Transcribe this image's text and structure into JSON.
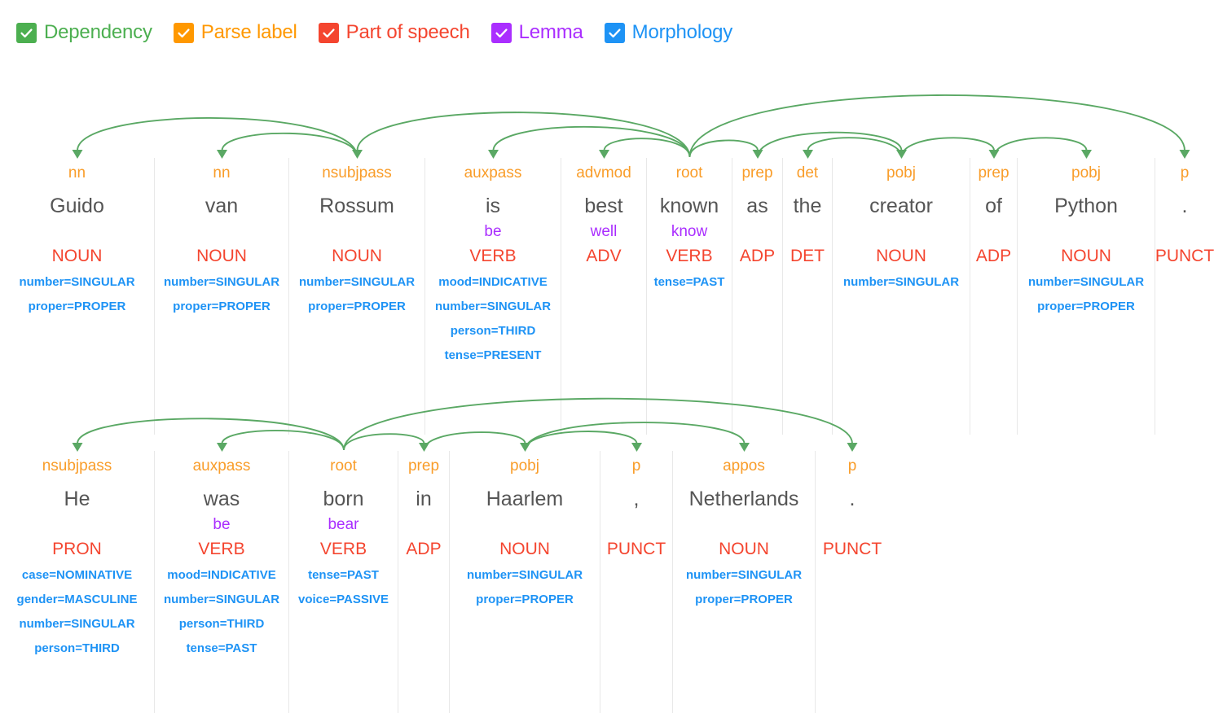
{
  "legend": {
    "items": [
      {
        "label": "Dependency",
        "color": "#4caf50",
        "icon": "checkbox-checked-icon",
        "checked": true
      },
      {
        "label": "Parse label",
        "color": "#ff9800",
        "icon": "checkbox-checked-icon",
        "checked": true
      },
      {
        "label": "Part of speech",
        "color": "#f4452f",
        "icon": "checkbox-checked-icon",
        "checked": true
      },
      {
        "label": "Lemma",
        "color": "#aa2eff",
        "icon": "checkbox-checked-icon",
        "checked": true
      },
      {
        "label": "Morphology",
        "color": "#1e93f5",
        "icon": "checkbox-checked-icon",
        "checked": true
      }
    ]
  },
  "colors": {
    "dependency_arc": "#5aa864",
    "parse_label": "#f99d2a",
    "word": "#555555",
    "lemma": "#aa2eff",
    "part_of_speech": "#f4452f",
    "morphology": "#1e93f5",
    "divider": "#e8e8e8"
  },
  "sentences": [
    {
      "id": "sentence-1",
      "text": "Guido van Rossum is best known as the creator of Python .",
      "root_index": 5,
      "tokens": [
        {
          "word": "Guido",
          "dep": "nn",
          "lemma": "",
          "pos": "NOUN",
          "morph": [
            "number=SINGULAR",
            "proper=PROPER"
          ],
          "head": 2,
          "width": 190
        },
        {
          "word": "van",
          "dep": "nn",
          "lemma": "",
          "pos": "NOUN",
          "morph": [
            "number=SINGULAR",
            "proper=PROPER"
          ],
          "head": 2,
          "width": 165
        },
        {
          "word": "Rossum",
          "dep": "nsubjpass",
          "lemma": "",
          "pos": "NOUN",
          "morph": [
            "number=SINGULAR",
            "proper=PROPER"
          ],
          "head": 5,
          "width": 167
        },
        {
          "word": "is",
          "dep": "auxpass",
          "lemma": "be",
          "pos": "VERB",
          "morph": [
            "mood=INDICATIVE",
            "number=SINGULAR",
            "person=THIRD",
            "tense=PRESENT"
          ],
          "head": 5,
          "width": 167
        },
        {
          "word": "best",
          "dep": "advmod",
          "lemma": "well",
          "pos": "ADV",
          "morph": [],
          "head": 5,
          "width": 105
        },
        {
          "word": "known",
          "dep": "root",
          "lemma": "know",
          "pos": "VERB",
          "morph": [
            "tense=PAST"
          ],
          "head": -1,
          "width": 105
        },
        {
          "word": "as",
          "dep": "prep",
          "lemma": "",
          "pos": "ADP",
          "morph": [],
          "head": 5,
          "width": 62
        },
        {
          "word": "the",
          "dep": "det",
          "lemma": "",
          "pos": "DET",
          "morph": [],
          "head": 8,
          "width": 61
        },
        {
          "word": "creator",
          "dep": "pobj",
          "lemma": "",
          "pos": "NOUN",
          "morph": [
            "number=SINGULAR"
          ],
          "head": 6,
          "width": 169
        },
        {
          "word": "of",
          "dep": "prep",
          "lemma": "",
          "pos": "ADP",
          "morph": [],
          "head": 8,
          "width": 58
        },
        {
          "word": "Python",
          "dep": "pobj",
          "lemma": "",
          "pos": "NOUN",
          "morph": [
            "number=SINGULAR",
            "proper=PROPER"
          ],
          "head": 9,
          "width": 169
        },
        {
          "word": ".",
          "dep": "p",
          "lemma": "",
          "pos": "PUNCT",
          "morph": [],
          "head": 5,
          "width": 72
        }
      ]
    },
    {
      "id": "sentence-2",
      "text": "He was born in Haarlem , Netherlands .",
      "root_index": 2,
      "tokens": [
        {
          "word": "He",
          "dep": "nsubjpass",
          "lemma": "",
          "pos": "PRON",
          "morph": [
            "case=NOMINATIVE",
            "gender=MASCULINE",
            "number=SINGULAR",
            "person=THIRD"
          ],
          "head": 2,
          "width": 190
        },
        {
          "word": "was",
          "dep": "auxpass",
          "lemma": "be",
          "pos": "VERB",
          "morph": [
            "mood=INDICATIVE",
            "number=SINGULAR",
            "person=THIRD",
            "tense=PAST"
          ],
          "head": 2,
          "width": 165
        },
        {
          "word": "born",
          "dep": "root",
          "lemma": "bear",
          "pos": "VERB",
          "morph": [
            "tense=PAST",
            "voice=PASSIVE"
          ],
          "head": -1,
          "width": 134
        },
        {
          "word": "in",
          "dep": "prep",
          "lemma": "",
          "pos": "ADP",
          "morph": [],
          "head": 2,
          "width": 63
        },
        {
          "word": "Haarlem",
          "dep": "pobj",
          "lemma": "",
          "pos": "NOUN",
          "morph": [
            "number=SINGULAR",
            "proper=PROPER"
          ],
          "head": 3,
          "width": 185
        },
        {
          "word": ",",
          "dep": "p",
          "lemma": "",
          "pos": "PUNCT",
          "morph": [],
          "head": 4,
          "width": 89
        },
        {
          "word": "Netherlands",
          "dep": "appos",
          "lemma": "",
          "pos": "NOUN",
          "morph": [
            "number=SINGULAR",
            "proper=PROPER"
          ],
          "head": 4,
          "width": 175
        },
        {
          "word": ".",
          "dep": "p",
          "lemma": "",
          "pos": "PUNCT",
          "morph": [],
          "head": 2,
          "width": 90
        }
      ]
    }
  ]
}
